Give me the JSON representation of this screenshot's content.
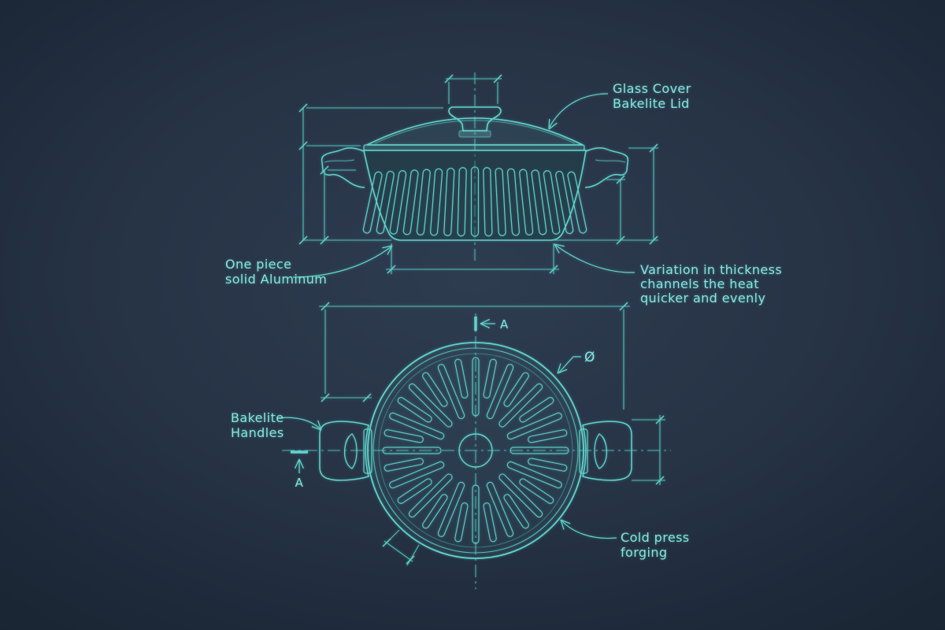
{
  "colors": {
    "line": "#5fd4cc",
    "dim": "#4fbdb7",
    "text": "#84e5dd",
    "bg_center": "#2e3c50",
    "bg_edge": "#18222e"
  },
  "annotations": {
    "glass_cover": [
      "Glass Cover",
      "Bakelite Lid"
    ],
    "one_piece": [
      "One piece",
      "solid Aluminum"
    ],
    "variation": [
      "Variation in thickness",
      "channels the heat",
      "quicker and evenly"
    ],
    "bakelite_handles": [
      "Bakelite",
      "Handles"
    ],
    "cold_press": [
      "Cold press",
      "forging"
    ],
    "diameter_symbol": "Ø",
    "section_marker": "A"
  },
  "views": {
    "side": {
      "flute_count": 17
    },
    "plan": {
      "spoke_count": 32
    }
  }
}
